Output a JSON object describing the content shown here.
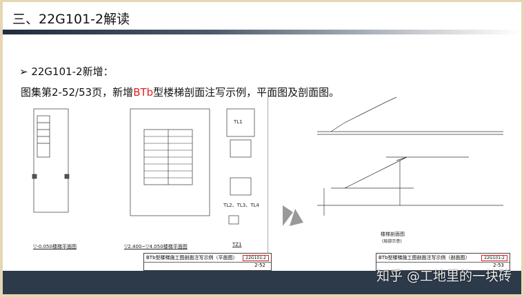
{
  "header": {
    "title": "三、22G101-2解读"
  },
  "content": {
    "bullet": "22G101-2新增：",
    "desc_pre": "图集第2-52/53页，新增",
    "desc_highlight": "BTb",
    "desc_post": "型楼梯剖面注写示例，平面图及剖面图。"
  },
  "drawings": {
    "plan1_caption": "▽-0.050楼梯平面图",
    "plan2_caption": "▽2.400~▽4.050楼梯平面图",
    "tl1": "TL1",
    "tl234": "TL2、TL3、TL4",
    "tz1": "TZ1",
    "section_caption": "楼梯剖面图",
    "section_note": "(局部示意)",
    "titleblock_left": {
      "title": "BTb型楼梯施工图剖面注写示例（平面图）",
      "code": "22G101-2",
      "page": "2-52"
    },
    "titleblock_right": {
      "title": "BTb型楼梯施工图剖面注写示例（剖面图）",
      "code": "22G101-2",
      "page": "2-53"
    }
  },
  "watermark": "知乎 @工地里的一块砖",
  "colors": {
    "accent": "#e0201e",
    "footer": "#2c3a4a",
    "frame": "#e6d6b4"
  }
}
